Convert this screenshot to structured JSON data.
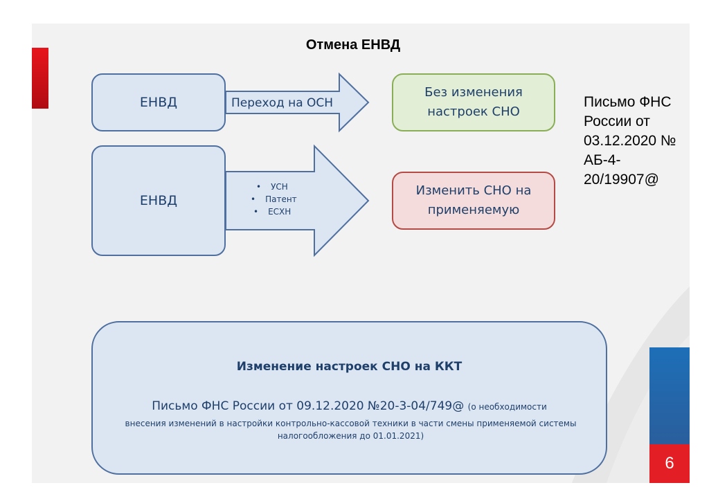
{
  "title": "Отмена ЕНВД",
  "row1": {
    "source": "ЕНВД",
    "arrow_label": "Переход на ОСН",
    "result": "Без изменения настроек СНО"
  },
  "row2": {
    "source": "ЕНВД",
    "arrow_items": [
      "УСН",
      "Патент",
      "ЕСХН"
    ],
    "result": "Изменить СНО на применяемую"
  },
  "side_letter": "Письмо ФНС России от 03.12.2020 № АБ-4-20/19907@",
  "bottom": {
    "title": "Изменение настроек СНО на ККТ",
    "letter": "Письмо ФНС России от 09.12.2020 №20-3-04/749@",
    "note": "(о необходимости",
    "description": "внесения изменений в настройки контрольно-кассовой техники в части смены применяемой системы налогообложения до 01.01.2021)"
  },
  "page_number": "6",
  "colors": {
    "box_fill": "#dce6f2",
    "box_border": "#4f6f9e",
    "green_fill": "#e2efd6",
    "red_fill": "#f3dcdb",
    "accent_red": "#e31e24",
    "accent_blue": "#1d6fb8"
  }
}
